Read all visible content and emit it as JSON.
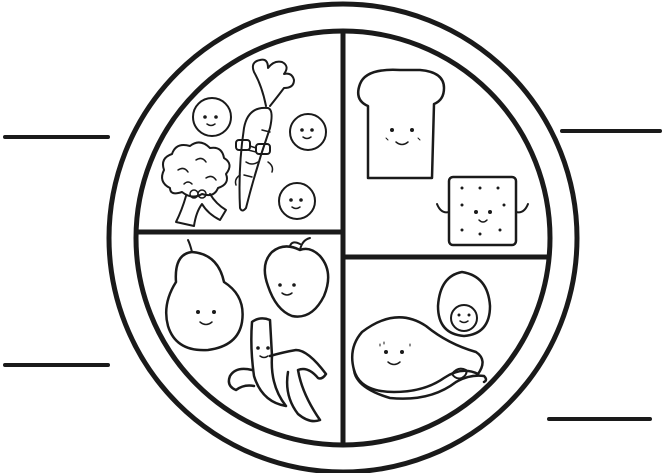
{
  "worksheet": {
    "colors": {
      "ink": "#1a1a1a",
      "paper": "#ffffff"
    },
    "plate": {
      "sections": [
        {
          "group": "vegetables",
          "items": [
            "carrot-icon",
            "broccoli-icon",
            "pea-icon"
          ]
        },
        {
          "group": "grains",
          "items": [
            "bread-slice-icon",
            "cracker-icon"
          ]
        },
        {
          "group": "fruits",
          "items": [
            "pear-icon",
            "apple-icon",
            "banana-icon"
          ]
        },
        {
          "group": "protein",
          "items": [
            "steak-icon",
            "egg-icon"
          ]
        }
      ]
    },
    "answer_blanks": [
      "top-left",
      "top-right",
      "bottom-left",
      "bottom-right"
    ]
  }
}
